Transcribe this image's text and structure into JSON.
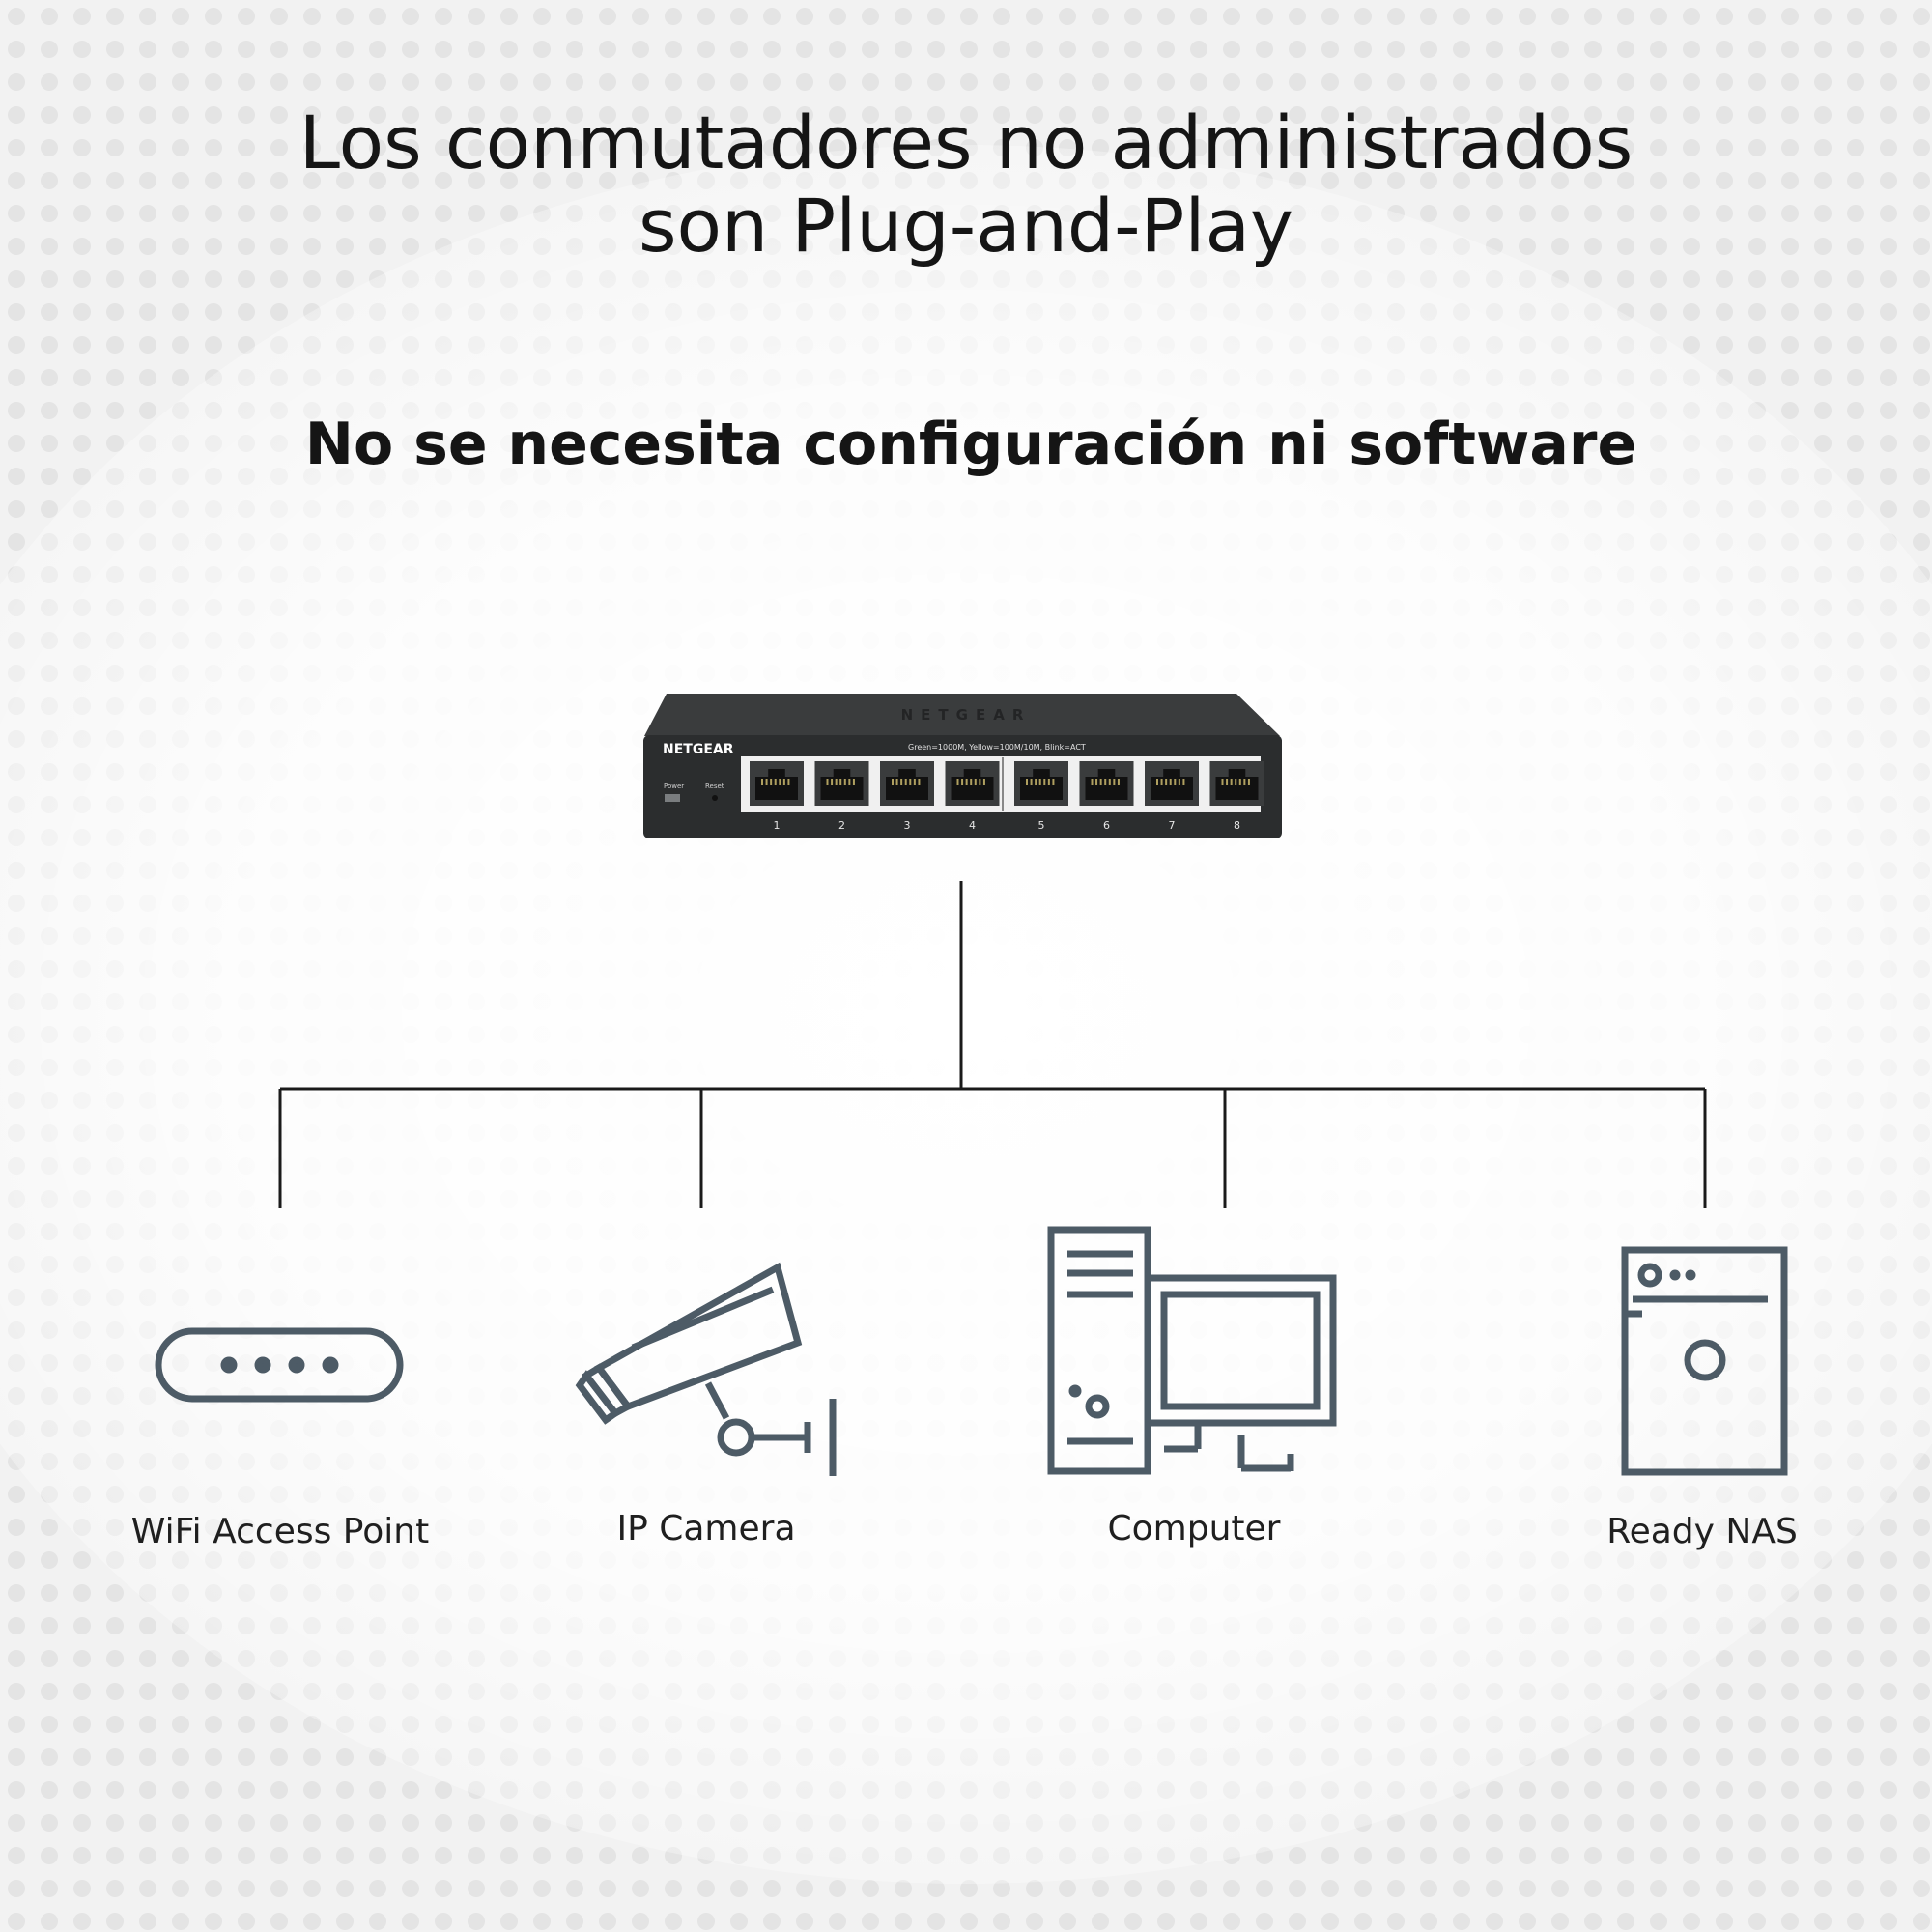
{
  "title": "Los conmutadores no administrados son Plug-and-Play",
  "subtitle": "No se necesita configuración ni software",
  "switch": {
    "brand": "NETGEAR",
    "top_brand": "NETGEAR",
    "led_legend": "Green=1000M, Yellow=100M/10M, Blink=ACT",
    "power_label": "Power",
    "reset_label": "Reset",
    "ports": [
      "1",
      "2",
      "3",
      "4",
      "5",
      "6",
      "7",
      "8"
    ]
  },
  "devices": [
    {
      "label": "WiFi Access Point",
      "icon": "wifi-access-point-icon"
    },
    {
      "label": "IP Camera",
      "icon": "ip-camera-icon"
    },
    {
      "label": "Computer",
      "icon": "computer-icon"
    },
    {
      "label": "Ready NAS",
      "icon": "nas-icon"
    }
  ],
  "colors": {
    "icon_stroke": "#4d5b66",
    "switch_body": "#2b2d2e",
    "line": "#1a1a1a",
    "text": "#151515"
  }
}
